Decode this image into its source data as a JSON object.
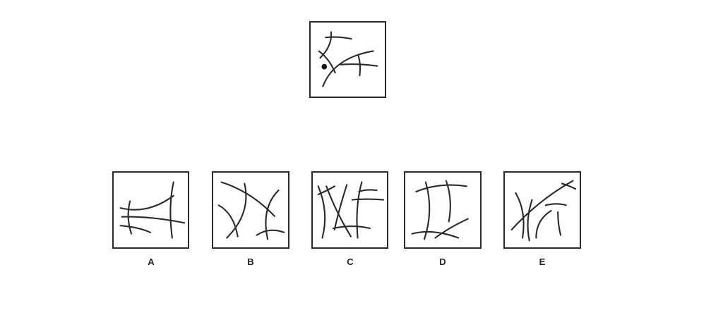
{
  "options": [
    {
      "label": "A"
    },
    {
      "label": "B"
    },
    {
      "label": "C"
    },
    {
      "label": "D"
    },
    {
      "label": "E"
    }
  ],
  "colors": {
    "stroke": "#2b2b2b",
    "background": "#ffffff"
  }
}
